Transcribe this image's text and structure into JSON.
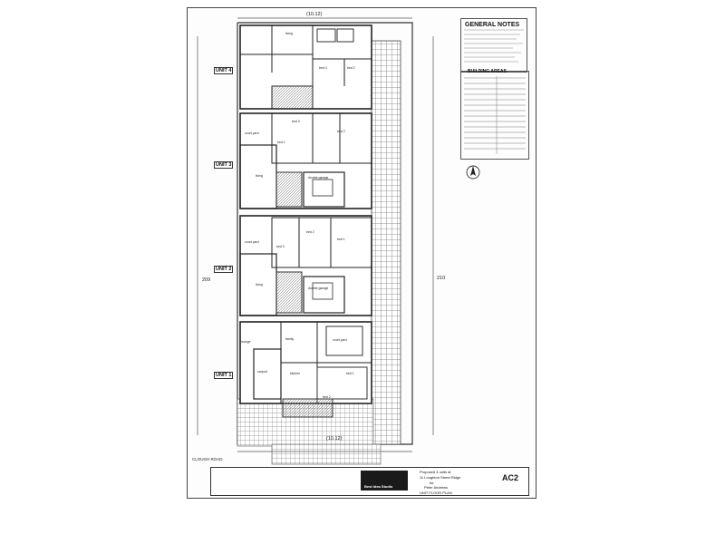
{
  "general_notes": {
    "title": "GENERAL NOTES",
    "building_areas_title": "BUILDING AREAS"
  },
  "units": [
    "UNIT 4",
    "UNIT 3",
    "UNIT 2",
    "UNIT 1"
  ],
  "rooms": {
    "living": "living",
    "bed1": "bed 1",
    "bed2": "bed 2",
    "bed3": "bed 3",
    "court_yard": "court yard",
    "double_garage": "double garage",
    "family": "family",
    "lounge": "lounge",
    "kitchen": "kitchen",
    "carport": "carport"
  },
  "dimensions": {
    "left": "209",
    "right": "210",
    "top": "(10.12)",
    "bottom": "(10.12)"
  },
  "title_block": {
    "logo_text": "Best Idea Studio",
    "project_line1": "Proposed 4 units at",
    "project_line2": "11 Loughton Street Ridge",
    "project_line3": "for",
    "project_line4": "Peter Andrews",
    "drawing_title": "UNIT FLOOR PLAN",
    "sheet_number": "AC2"
  },
  "street_label": "CLOUGH ROAD",
  "colors": {
    "ink": "#222222",
    "hatch": "#6f6f6f",
    "paper": "#fdfdfd"
  }
}
